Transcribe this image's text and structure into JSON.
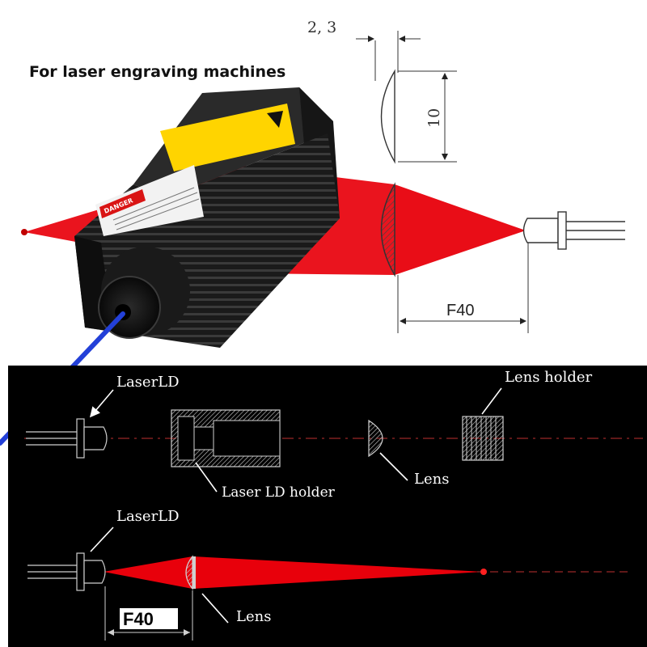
{
  "caption": "For laser engraving machines",
  "top_dimensions": {
    "lens_thickness": "2, 3",
    "lens_height": "10",
    "focal_length": "F40"
  },
  "module_label": "DANGER",
  "schematic_exploded": {
    "laser_ld": "LaserLD",
    "ld_holder": "Laser LD holder",
    "lens": "Lens",
    "lens_holder": "Lens holder"
  },
  "schematic_assembled": {
    "laser_ld": "LaserLD",
    "lens": "Lens",
    "focal_length": "F40"
  },
  "colors": {
    "beam_red": "#e8000b",
    "laser_blue": "#2340d8",
    "panel_bg": "#000000",
    "warning_yellow": "#ffd400"
  }
}
